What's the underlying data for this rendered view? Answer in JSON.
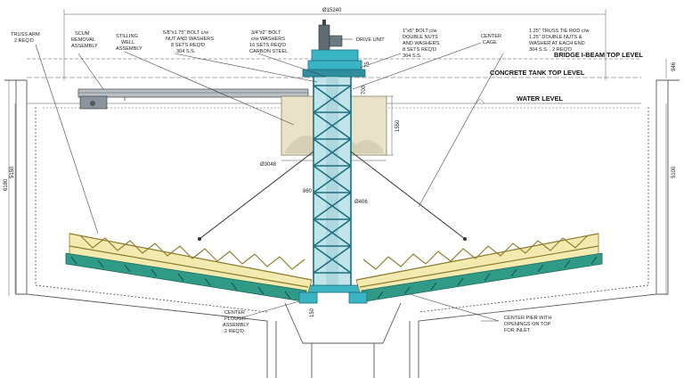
{
  "labels": {
    "overall_width": "Ø15240",
    "truss_arm_1": "TRUSS ARM",
    "truss_arm_2": "2 REQ'D",
    "scum_1": "SCUM",
    "scum_2": "REMOVAL",
    "scum_3": "ASSEMBLY",
    "stilling_1": "STILLING",
    "stilling_2": "WELL",
    "stilling_3": "ASSEMBLY",
    "bolt58_1": "5/8\"x1.75\" BOLT c/w",
    "bolt58_2": "NUT AND WASHERS",
    "bolt58_3": "8 SETS REQ'D",
    "bolt58_4": "304 S.S.",
    "bolt34_1": "3/4\"x2\" BOLT",
    "bolt34_2": "c/w WASHERS",
    "bolt34_3": "16 SETS REQ'D",
    "bolt34_4": "CARBON STEEL",
    "drive_unit": "DRIVE UNIT",
    "bolt1_1": "1\"x5\" BOLT c/w",
    "bolt1_2": "DOUBLE NUTS",
    "bolt1_3": "AND WASHERS",
    "bolt1_4": "8 SETS REQ'D",
    "bolt1_5": "304 S.S.",
    "center_cage_1": "CENTER",
    "center_cage_2": "CAGE",
    "tie_rod_1": "1.25\" TRUSS TIE ROD c/w",
    "tie_rod_2": "1.25\" DOUBLE NUTS &",
    "tie_rod_3": "WASHER AT EACH END",
    "tie_rod_4": "304 S.S. , 2 REQ'D",
    "bridge_level": "BRIDGE I-BEAM TOP LEVEL",
    "tank_top_level": "CONCRETE TANK TOP LEVEL",
    "water_level": "WATER LEVEL",
    "plough_1": "CENTER",
    "plough_2": "PLOUGH",
    "plough_3": "ASSEMBLY",
    "plough_4": "2 REQ'D",
    "pier_1": "CENTER PIER WITH",
    "pier_2": "OPENINGS ON TOP",
    "pier_3": "FOR INLET"
  },
  "dimensions": {
    "d_946": "946",
    "d_700": "700",
    "d_1550": "1550",
    "d_3048": "Ø3048",
    "d_860": "860",
    "d_406": "Ø406",
    "d_6180": "6180",
    "d_5150": "5150",
    "d_5100": "5100",
    "d_150": "150",
    "d_75": "75"
  },
  "colors": {
    "steel": "#1c6f7e",
    "column": "#3ab3c4",
    "truss": "#d9c84a",
    "blade": "#2f9a86",
    "well": "#e9e1c8"
  }
}
